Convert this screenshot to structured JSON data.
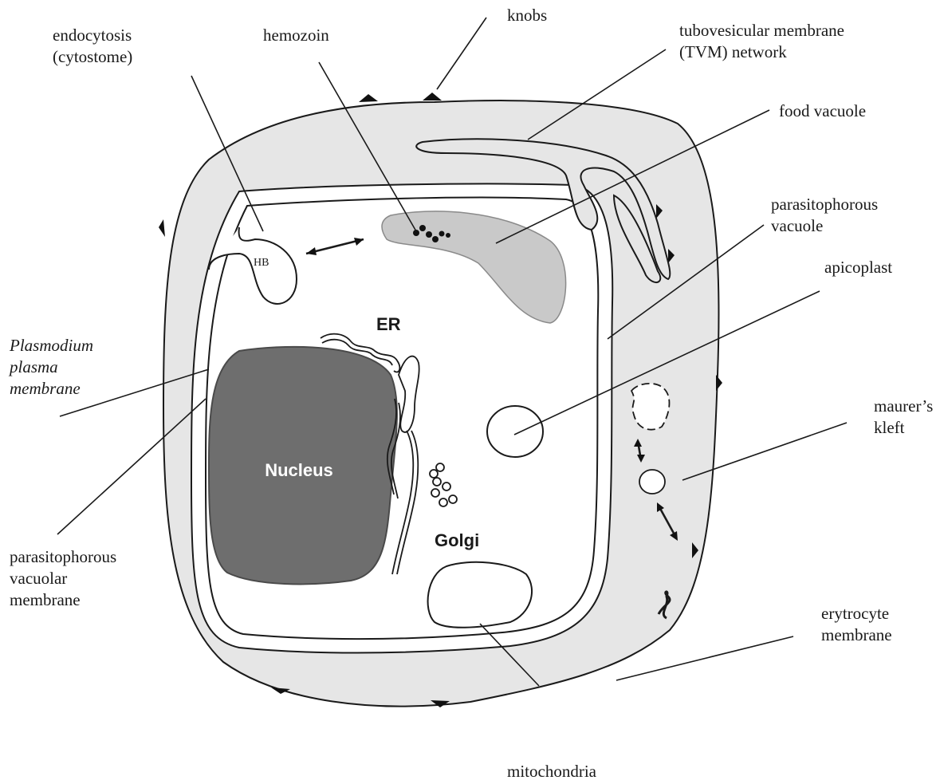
{
  "labels": {
    "endocytosis_line1": "endocytosis",
    "endocytosis_line2": "(cytostome)",
    "hemozoin": "hemozoin",
    "knobs": "knobs",
    "tvm_line1": "tubovesicular membrane",
    "tvm_line2": "(TVM) network",
    "food_vacuole": "food vacuole",
    "pv_line1": "parasitophorous",
    "pv_line2": "vacuole",
    "apicoplast": "apicoplast",
    "ppm_line1": "Plasmodium",
    "ppm_line2": "plasma",
    "ppm_line3": "membrane",
    "maurer_line1": "maurer’s",
    "maurer_line2": "kleft",
    "pvm_line1": "parasitophorous",
    "pvm_line2": "vacuolar",
    "pvm_line3": "membrane",
    "erythro_line1": "erytrocyte",
    "erythro_line2": "membrane",
    "mitochondria": "mitochondria",
    "nucleus": "Nucleus",
    "er": "ER",
    "golgi": "Golgi",
    "hb": "HB"
  },
  "colors": {
    "erythrocyte_fill": "#e6e6e6",
    "food_vacuole_fill": "#c9c9c9",
    "nucleus_fill": "#6e6e6e",
    "outline": "#1a1a1a",
    "knob": "#111111"
  }
}
